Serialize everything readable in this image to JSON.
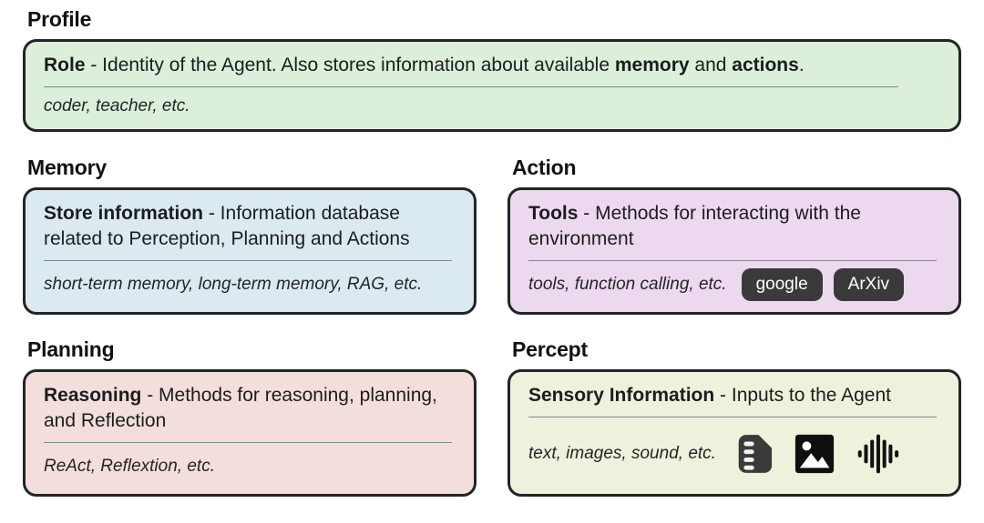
{
  "page": {
    "background": "#ffffff",
    "border_color": "#222426",
    "divider_color": "#85898c",
    "chip_background": "#3a3a3a",
    "chip_text_color": "#ffffff"
  },
  "sections": {
    "profile": {
      "heading": "Profile",
      "card_color": "#dcefdb",
      "desc_segments": [
        "Role",
        " - Identity of the Agent. Also stores information about available ",
        "memory",
        " and ",
        "actions",
        "."
      ],
      "examples": "coder, teacher, etc."
    },
    "memory": {
      "heading": "Memory",
      "card_color": "#dbe9f0",
      "term": "Store information",
      "desc": " - Information database related to Perception, Planning and Actions",
      "examples": "short-term memory, long-term memory, RAG, etc."
    },
    "action": {
      "heading": "Action",
      "card_color": "#edd9ef",
      "term": "Tools",
      "desc": " - Methods for interacting with the environment",
      "examples": "tools, function calling, etc.",
      "buttons": [
        "google",
        "ArXiv"
      ]
    },
    "planning": {
      "heading": "Planning",
      "card_color": "#f4dedb",
      "term": "Reasoning",
      "desc": " - Methods for reasoning, planning, and Reflection",
      "examples": "ReAct, Reflextion, etc."
    },
    "percept": {
      "heading": "Percept",
      "card_color": "#eff1dc",
      "term": "Sensory Information",
      "desc": " - Inputs to the Agent",
      "examples": "text, images, sound, etc.",
      "icons": [
        "note-icon",
        "image-icon",
        "audio-waveform-icon"
      ]
    }
  }
}
